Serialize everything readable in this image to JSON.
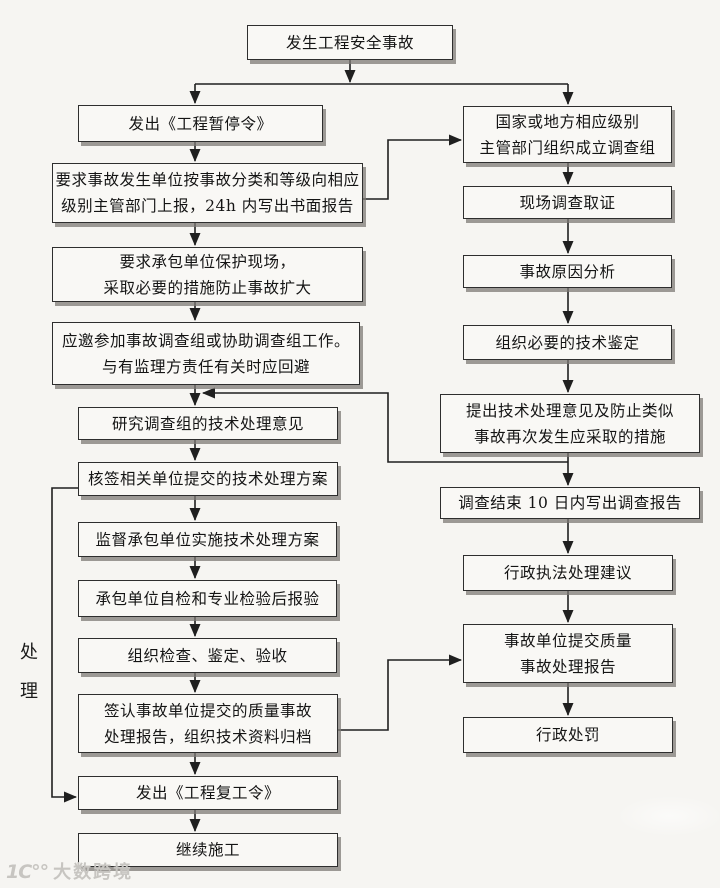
{
  "nodes": {
    "t1": {
      "label": "发生工程安全事故"
    },
    "l1": {
      "label": "发出《工程暂停令》"
    },
    "l2": {
      "label": "要求事故发生单位按事故分类和等级向相应\n级别主管部门上报，24h 内写出书面报告"
    },
    "l3": {
      "label": "要求承包单位保护现场，\n采取必要的措施防止事故扩大"
    },
    "l4": {
      "label": "应邀参加事故调查组或协助调查组工作。\n与有监理方责任有关时应回避"
    },
    "l5": {
      "label": "研究调查组的技术处理意见"
    },
    "l6": {
      "label": "核签相关单位提交的技术处理方案"
    },
    "l7": {
      "label": "监督承包单位实施技术处理方案"
    },
    "l8": {
      "label": "承包单位自检和专业检验后报验"
    },
    "l9": {
      "label": "组织检查、鉴定、验收"
    },
    "l10": {
      "label": "签认事故单位提交的质量事故\n处理报告，组织技术资料归档"
    },
    "l11": {
      "label": "发出《工程复工令》"
    },
    "l12": {
      "label": "继续施工"
    },
    "r1": {
      "label": "国家或地方相应级别\n主管部门组织成立调查组"
    },
    "r2": {
      "label": "现场调查取证"
    },
    "r3": {
      "label": "事故原因分析"
    },
    "r4": {
      "label": "组织必要的技术鉴定"
    },
    "r5": {
      "label": "提出技术处理意见及防止类似\n事故再次发生应采取的措施"
    },
    "r6": {
      "label": "调查结束 10 日内写出调查报告"
    },
    "r7": {
      "label": "行政执法处理建议"
    },
    "r8": {
      "label": "事故单位提交质量\n事故处理报告"
    },
    "r9": {
      "label": "行政处罚"
    }
  },
  "side_label": {
    "char1": "处",
    "char2": "理"
  },
  "watermark": {
    "logo": "1C°°",
    "text": "大数跨境"
  },
  "edges": [
    {
      "from": "t1",
      "to": "l1"
    },
    {
      "from": "t1",
      "to": "r1"
    },
    {
      "from": "l1",
      "to": "l2"
    },
    {
      "from": "l2",
      "to": "r1"
    },
    {
      "from": "l2",
      "to": "l3"
    },
    {
      "from": "l3",
      "to": "l4"
    },
    {
      "from": "l4",
      "to": "l5"
    },
    {
      "from": "l5",
      "to": "l6"
    },
    {
      "from": "l6",
      "to": "l7"
    },
    {
      "from": "l6",
      "to": "l11"
    },
    {
      "from": "l7",
      "to": "l8"
    },
    {
      "from": "l8",
      "to": "l9"
    },
    {
      "from": "l9",
      "to": "l10"
    },
    {
      "from": "l10",
      "to": "l11"
    },
    {
      "from": "l10",
      "to": "r8"
    },
    {
      "from": "l11",
      "to": "l12"
    },
    {
      "from": "r1",
      "to": "r2"
    },
    {
      "from": "r2",
      "to": "r3"
    },
    {
      "from": "r3",
      "to": "r4"
    },
    {
      "from": "r4",
      "to": "r5"
    },
    {
      "from": "r5",
      "to": "r6"
    },
    {
      "from": "r5",
      "to": "l5"
    },
    {
      "from": "r6",
      "to": "r7"
    },
    {
      "from": "r7",
      "to": "r8"
    },
    {
      "from": "r8",
      "to": "r9"
    }
  ],
  "colors": {
    "line": "#1f1f1f",
    "box_border": "#2e2e2e",
    "background": "#f6f5f2",
    "shadow": "#7d7a76"
  }
}
